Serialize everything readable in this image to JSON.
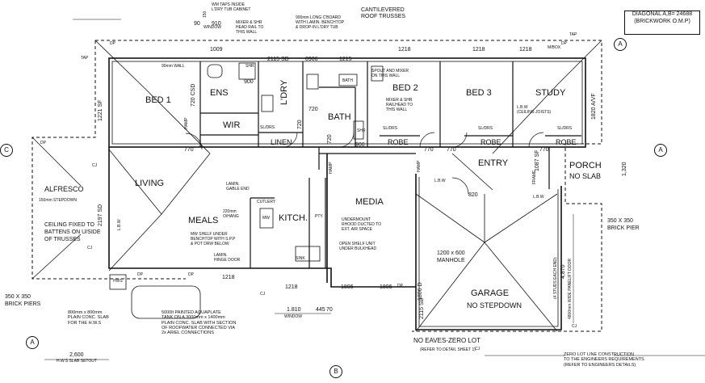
{
  "rooms": {
    "bed1": "BED 1",
    "ens": "ENS",
    "wir": "WIR",
    "ldry": "L'DRY",
    "linen": "LINEN",
    "bath": "BATH",
    "bath_small": "BATH",
    "bed2": "BED 2",
    "bed3": "BED 3",
    "study": "STUDY",
    "porch": "PORCH",
    "porch_note": "NO SLAB",
    "entry": "ENTRY",
    "living": "LIVING",
    "meals": "MEALS",
    "kitchen": "KITCH.",
    "media": "MEDIA",
    "alfresco": "ALFRESCO",
    "alfresco_note": "150mm  STEPDOWN",
    "garage": "GARAGE",
    "garage_note": "NO STEPDOWN",
    "robe1": "ROBE",
    "robe2": "ROBE",
    "robe3": "ROBE",
    "pty": "PTY.",
    "sink": "SINK"
  },
  "diagonal_box": {
    "line1": "DIAGONAL A,B= 24688",
    "line2": "(BRICKWORK O.M.P)"
  },
  "notes": {
    "wm_taps": "WM TAPS INSIDE\nL'DRY TUB CABINET",
    "mixer_shr": "MIXER & SHR\nHEAD RAIL TO\nTHIS WALL",
    "cupboard": "900mm LONG C'BOARD\nWITH LAMIN. BENCHTOP\n& DROP-IN L'DRY TUB",
    "cantilevered": "CANTILEVERED\nROOF TRUSSES",
    "spout_mixer": "SPOUT AND MIXER\nON THIS WALL",
    "bed2_mixer": "MIXER & SHR\nRAILHEAD TO\nTHIS WALL",
    "wall90": "90mm WALL",
    "lbw_study": "L.B.W\n(CEILING JOISTS)",
    "ceiling_fixed": "CEILING FIXED TO\nBATTENS ON U/SIDE\nOF TRUSSES",
    "lamin_gable": "LAMIN.\nGABLE END",
    "ohang": "220mm\nO/HANG",
    "mw_shelf": "MW SHELF UNDER\nBENCHTOP WITH S.P.P\n& POT DRW BELOW",
    "lamin_hinge": "LAMIN.\nHINGE DOOR",
    "cutlery": "CUTLERY",
    "undermount": "UNDERMOUNT\nRHOOD DUCTED TO\nEXT. AIR SPACE",
    "open_shelf": "OPEN SHELF UNIT\nUNDER BULKHEAD",
    "manhole": "1200 x 600\nMANHOLE",
    "brick_pier_right": "350 X 350\nBRICK PIER",
    "brick_piers_left": "350 X 350\nBRICK PIERS",
    "hws_slab": "800mm x 800mm\nPLAIN CONC. SLAB\nFOR THE H.W.S",
    "aquaplate": "5000lt PAINTED AQUAPLATE\nTANK ON A 3000mm x 1400mm\nPLAIN CONC. SLAB WITH SECTION\nOF ROOFWATER CONNECTED VIA\n2x ARIEL CONNECTIONS",
    "no_eaves": "NO EAVES-ZERO LOT",
    "no_eaves_ref": "(REFER TO DETAIL SHEET 1)",
    "zero_lot": "ZERO LOT LINE CONSTRUCTION\nTO THE ENGINEERS REQUIREMENTS\n(REFER TO ENGINEERS DETAILS)",
    "garage_door": "4800mm WIDE PANELIFT DOOR",
    "studs": "(4 STUDS EACH END)",
    "hws": "HWS",
    "mw": "MW",
    "frame": "FRAME",
    "hamp": "HAMP",
    "shr": "SHR"
  },
  "labels": {
    "lbw": "L.B.W",
    "sl_drs": "SL/DRS",
    "dp": "DP",
    "tap": "TAP",
    "cj": "CJ",
    "mbox": "M/BOX",
    "window": "WINDOW",
    "hws_setout": "H.W.S SLAB SETOUT"
  },
  "dims": {
    "d1009": "1009",
    "d910": "910",
    "d90": "90",
    "d150": "150",
    "d2115": "2115 SD",
    "d0906": "0906",
    "d1215": "1215",
    "d1218a": "1218",
    "d1218b": "1218",
    "d1218c": "1218",
    "d1218d": "1218",
    "d1218e": "1218",
    "d720a": "720 CSD",
    "d720b": "720",
    "d720c": "720",
    "d720d": "720",
    "d770a": "770",
    "d770b": "770",
    "d770c": "770",
    "d770d": "770",
    "d900a": "900",
    "d900b": "900",
    "d1221": "1221 SF",
    "d2197": "2197 SD",
    "d1820": "1820 A/VF",
    "d1806a": "1806",
    "d1806b": "1806",
    "d1806c": "1806 D",
    "d1810": "1.810",
    "d445": "445",
    "d70": "70",
    "d2115b": "2115 SD",
    "d4870": "4,870",
    "d2600": "2,600",
    "d820": "820",
    "d1320": "1,320",
    "d1087": "1087 SF"
  },
  "grid": [
    "A",
    "A",
    "A",
    "B",
    "C"
  ]
}
